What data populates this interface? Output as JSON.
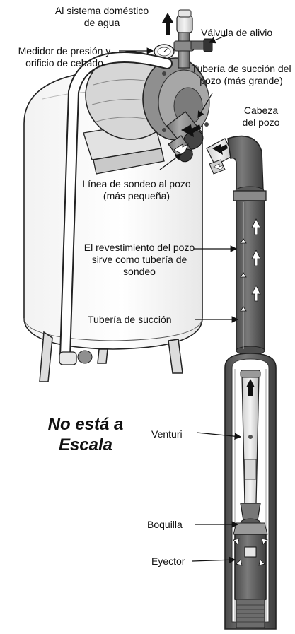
{
  "labels": {
    "household": "Al sistema doméstico de agua",
    "relief_valve": "Válvula de alivio",
    "gauge": "Medidor de presión y orificio de cebado",
    "suction_large": "Tubería de succión del pozo (más grande)",
    "well_head": "Cabeza del pozo",
    "drive_line": "Línea de sondeo al pozo (más pequeña)",
    "casing": "El revestimiento del pozo sirve como tubería de sondeo",
    "suction_pipe": "Tubería de succión",
    "venturi": "Venturi",
    "nozzle": "Boquilla",
    "ejector": "Eyector"
  },
  "not_to_scale": "No está a Escala"
}
